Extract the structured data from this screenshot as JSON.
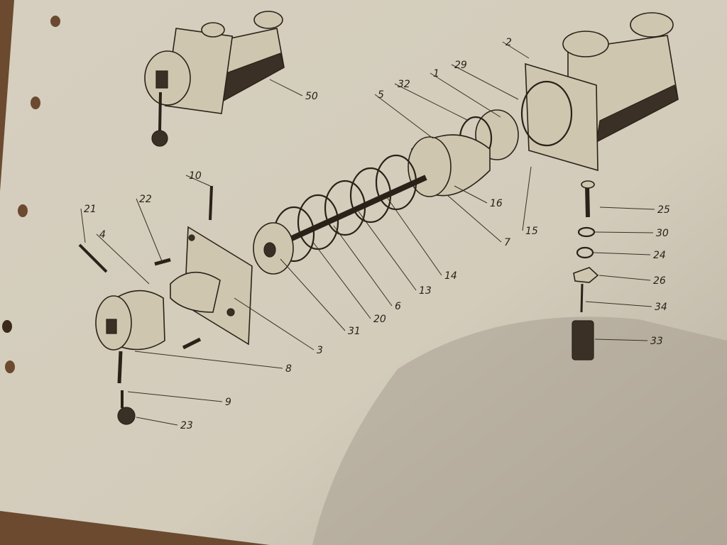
{
  "diagram": {
    "type": "exploded-parts-diagram",
    "labels": [
      "50",
      "2",
      "29",
      "1",
      "32",
      "5",
      "16",
      "7",
      "15",
      "25",
      "30",
      "24",
      "26",
      "34",
      "33",
      "10",
      "21",
      "22",
      "4",
      "3",
      "31",
      "20",
      "6",
      "13",
      "14",
      "8",
      "9",
      "23"
    ]
  },
  "colors": {
    "paper": "#d8d2c2",
    "ink": "#2a2218",
    "background": "#6b4a30"
  }
}
